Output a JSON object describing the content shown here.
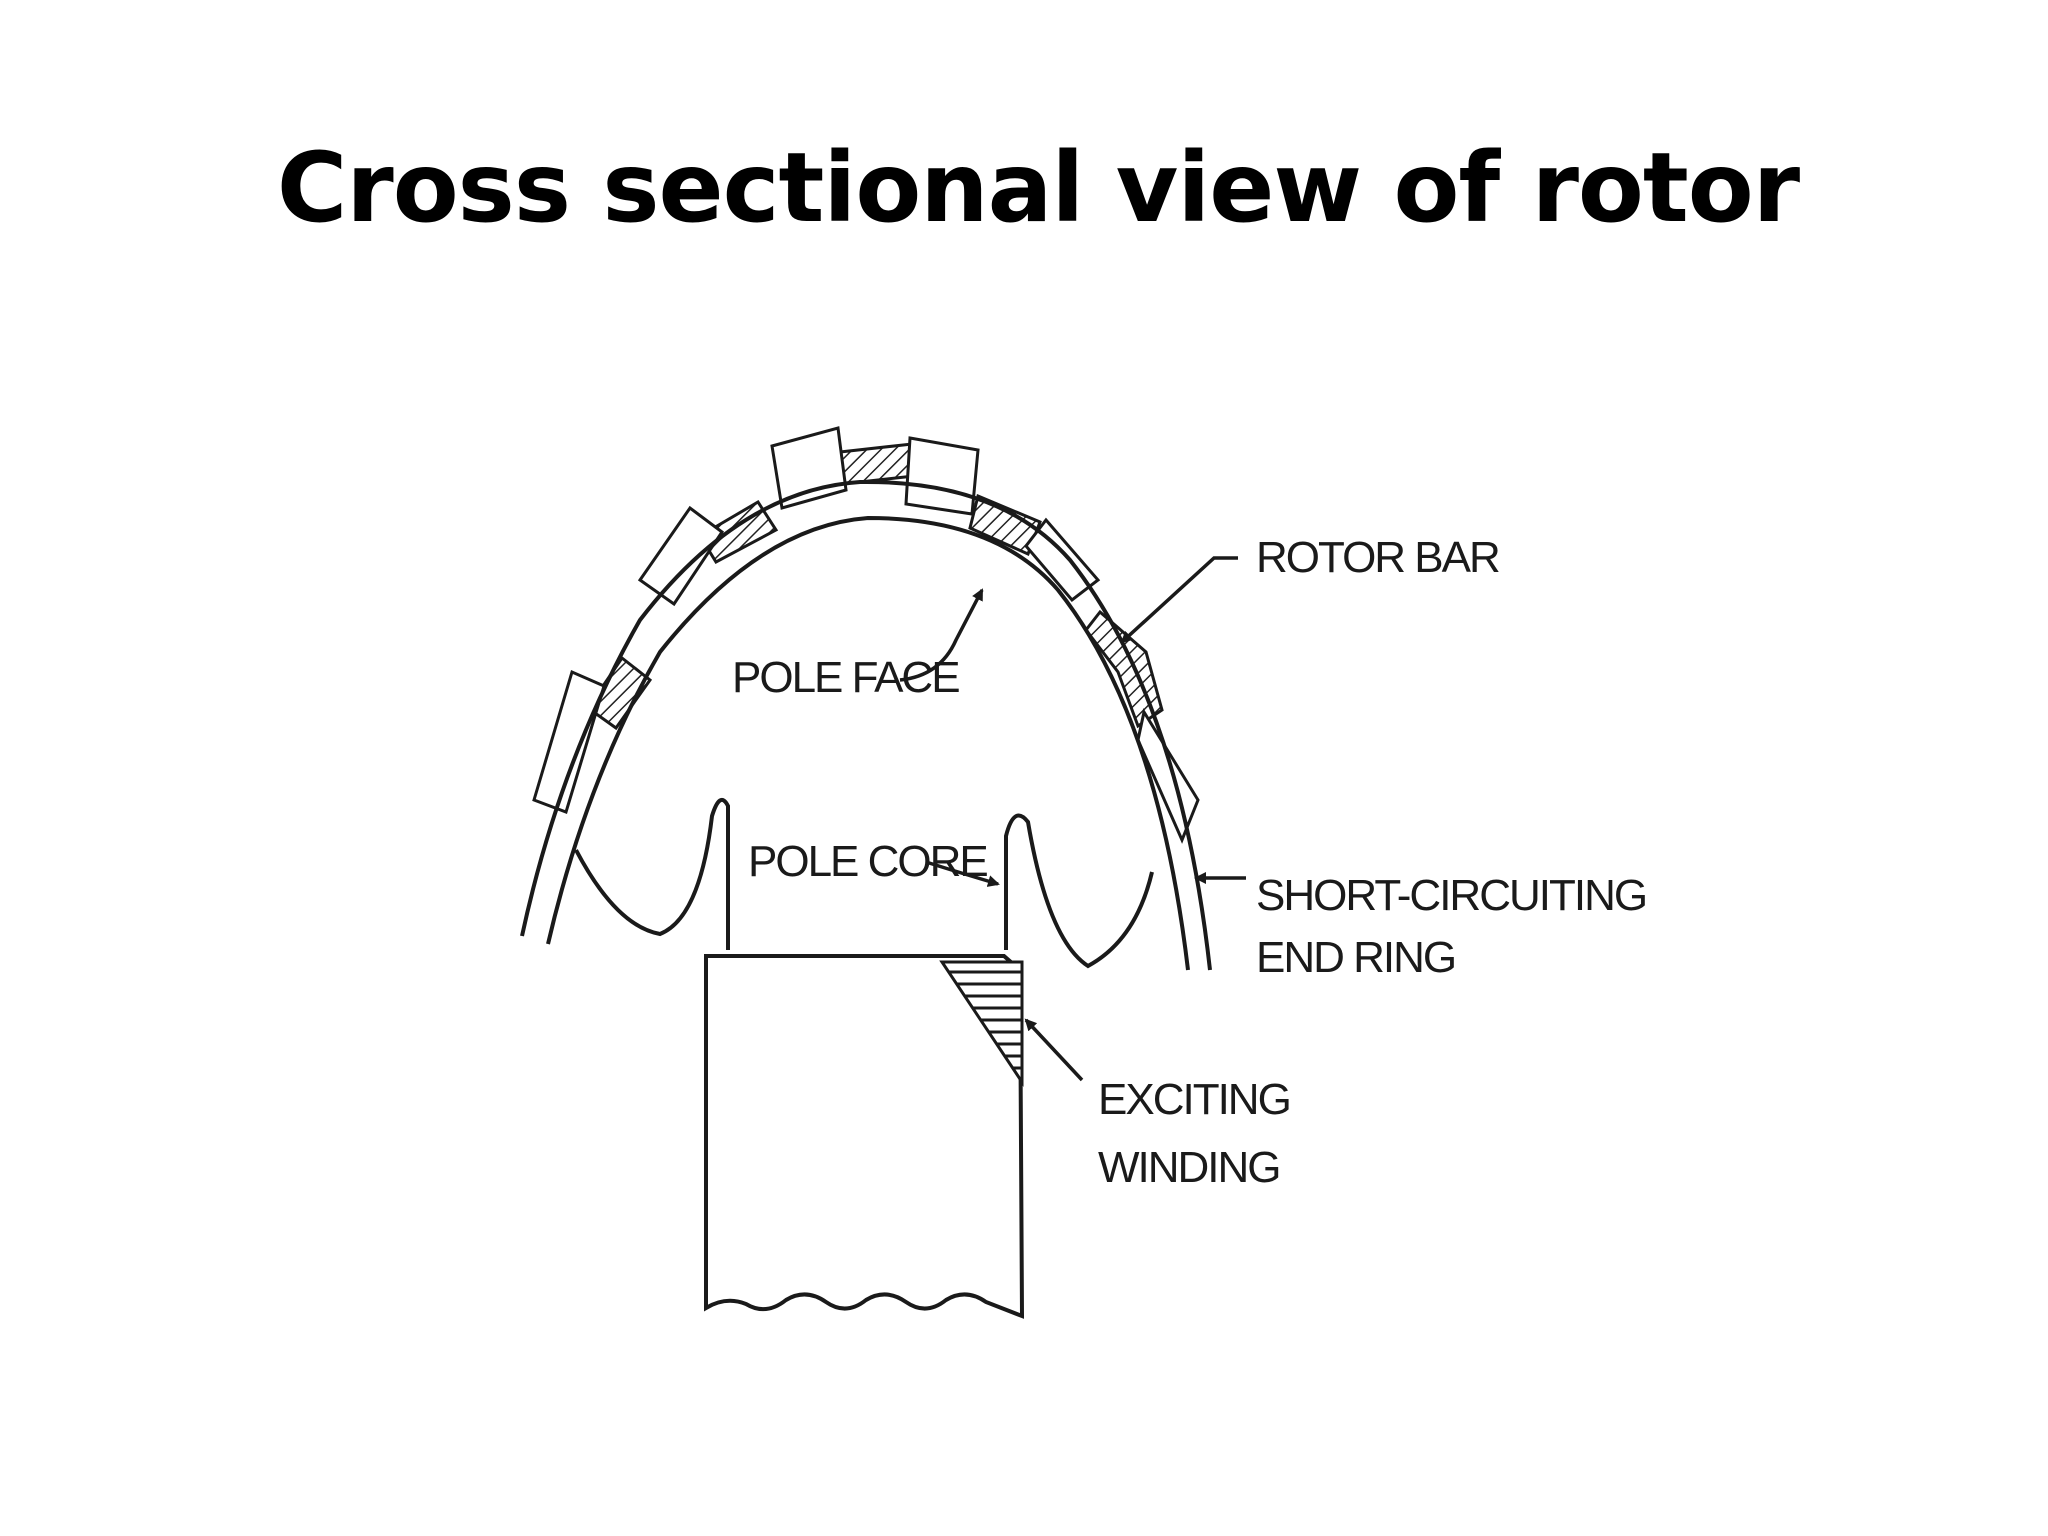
{
  "title": "Cross sectional view of rotor",
  "labels": {
    "rotor_bar": "ROTOR BAR",
    "pole_face": "POLE FACE",
    "pole_core": "POLE CORE",
    "end_ring_line1": "SHORT-CIRCUITING",
    "end_ring_line2": "END RING",
    "winding_line1": "EXCITING",
    "winding_line2": "WINDING"
  }
}
